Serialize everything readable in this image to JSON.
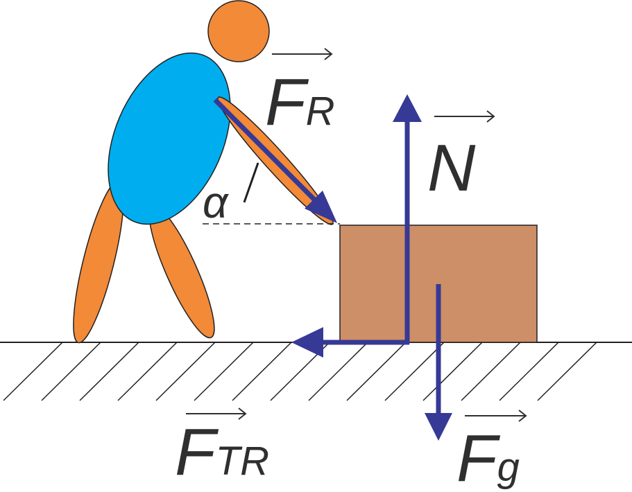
{
  "labels": {
    "pull_force": {
      "main": "F",
      "sub": "R"
    },
    "normal_force": {
      "main": "N"
    },
    "friction_force": {
      "main": "F",
      "sub": "TR"
    },
    "gravity_force": {
      "main": "F",
      "sub": "g"
    },
    "angle": "α"
  },
  "colors": {
    "skin": "#f28a38",
    "shirt": "#00aeef",
    "box": "#cd8f67",
    "vector": "#363995",
    "text": "#2f2f2f",
    "outline": "#231f20"
  }
}
